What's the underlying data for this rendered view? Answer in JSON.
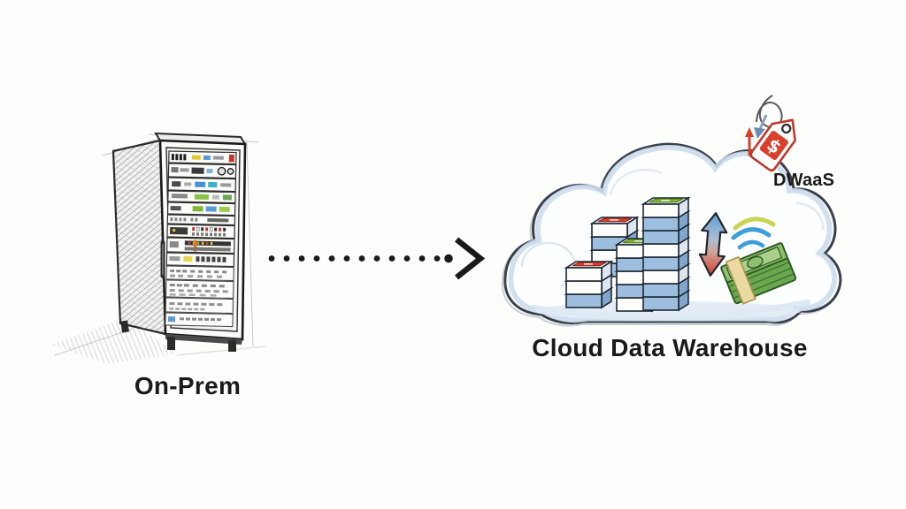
{
  "labels": {
    "on_prem": "On-Prem",
    "cloud": "Cloud Data Warehouse",
    "tag": "DWaaS",
    "tag_symbol": "$"
  },
  "diagram": {
    "style": "hand-drawn sketch",
    "flow": "On-Prem server rack migrating to Cloud Data Warehouse (DWaaS)",
    "connector": {
      "type": "dotted-arrow",
      "direction": "left-to-right",
      "dot_count": 13
    },
    "cloud_contents": [
      "stacked-data-blocks",
      "bidirectional-sync-arrow",
      "signal-arcs",
      "cash-stack"
    ],
    "tag_icon": "price-tag-with-elasticity-axes"
  },
  "colors": {
    "bg": "#fdfdfc",
    "ink": "#1a1a1a",
    "sketch": "#8f8f8f",
    "cloud-stroke": "#3a414b",
    "cloud-shade": "#ccdcec",
    "block-blue": "#9dbede",
    "block-blue-side": "#7fa6cc",
    "label-red": "#d8402c",
    "label-green": "#7fb832",
    "arrow-blue": "#5b9bd5",
    "arrow-red": "#d0402e",
    "arc-blue": "#3e9fd8",
    "arc-yellow": "#c9d44f",
    "money-green": "#6aa84f",
    "money-dark": "#2e5b22",
    "money-light": "#a9cf8a",
    "money-band": "#ead9a0",
    "tag-red": "#c0392b"
  }
}
